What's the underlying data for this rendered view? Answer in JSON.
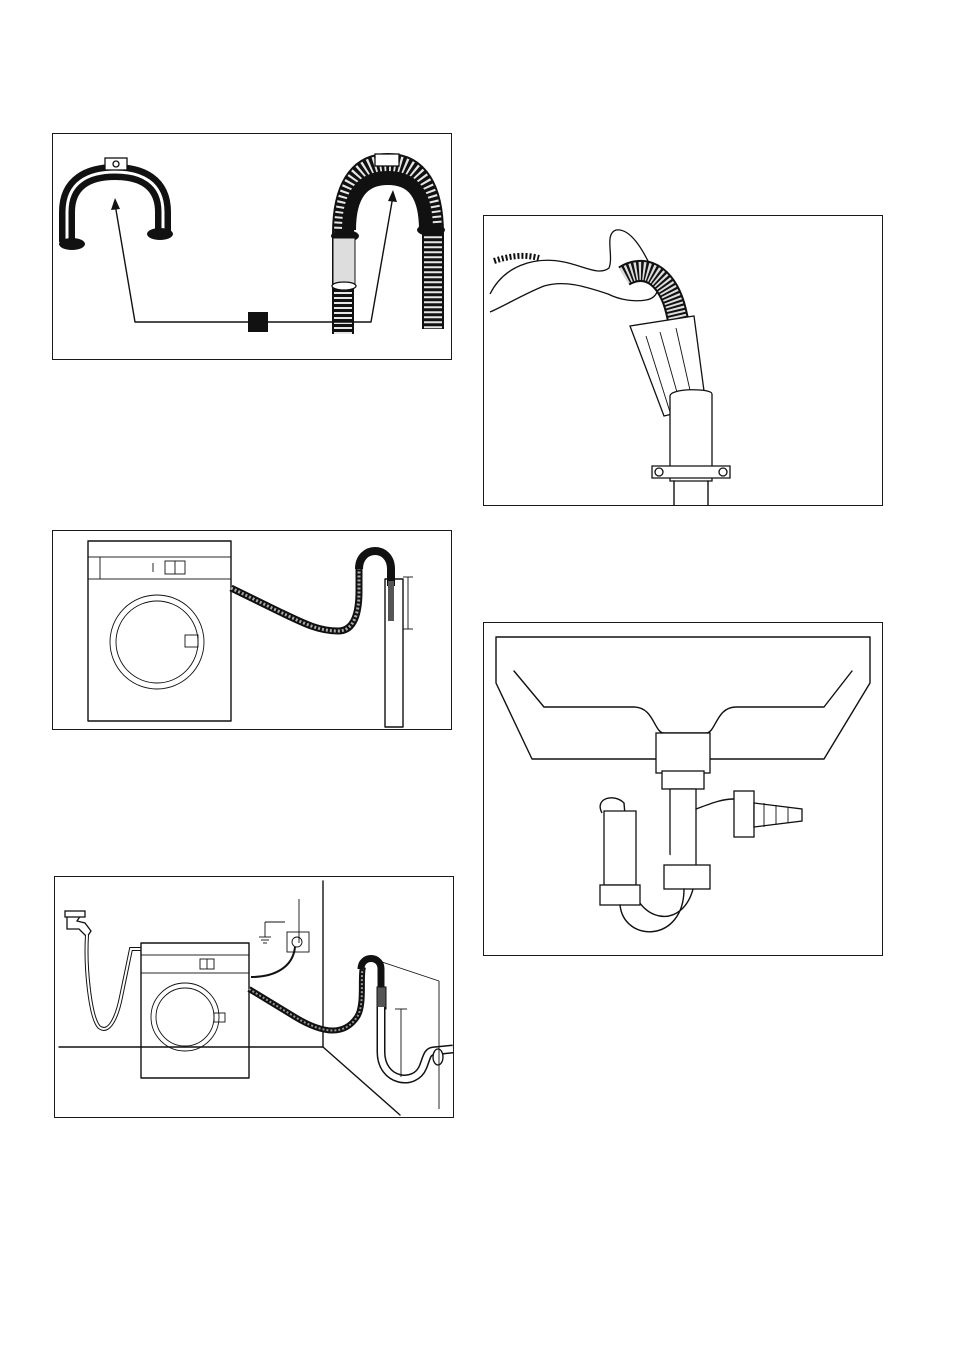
{
  "page": {
    "figures": [
      {
        "id": "hose-guide-comparison"
      },
      {
        "id": "drain-into-standpipe"
      },
      {
        "id": "full-installation-with-tap-and-trap"
      },
      {
        "id": "hose-inserted-into-standpipe"
      },
      {
        "id": "sink-trap-with-spigot"
      }
    ]
  },
  "colors": {
    "ink": "#111111",
    "paper": "#ffffff",
    "hose_grey": "#cfcfcf"
  }
}
